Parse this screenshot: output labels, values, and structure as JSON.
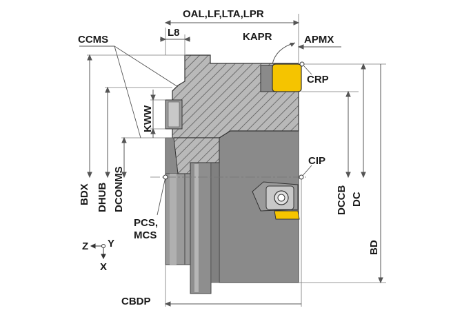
{
  "diagram": {
    "labels": {
      "oal": "OAL,LF,LTA,LPR",
      "l8": "L8",
      "ccms": "CCMS",
      "kapr": "KAPR",
      "apmx": "APMX",
      "crp": "CRP",
      "kww": "KWW",
      "bdx": "BDX",
      "dhub": "DHUB",
      "dconms": "DCONMS",
      "cip": "CIP",
      "dccb": "DCCB",
      "dc": "DC",
      "pcs": "PCS,",
      "mcs": "MCS",
      "bd": "BD",
      "cbdp": "CBDP",
      "axis_z": "Z",
      "axis_y": "Y",
      "axis_x": "X"
    },
    "colors": {
      "body_dark": "#8c8c8c",
      "body_light": "#b4b4b4",
      "hatch": "#5a5a5a",
      "insert": "#f5c400",
      "lines": "#555555"
    }
  }
}
